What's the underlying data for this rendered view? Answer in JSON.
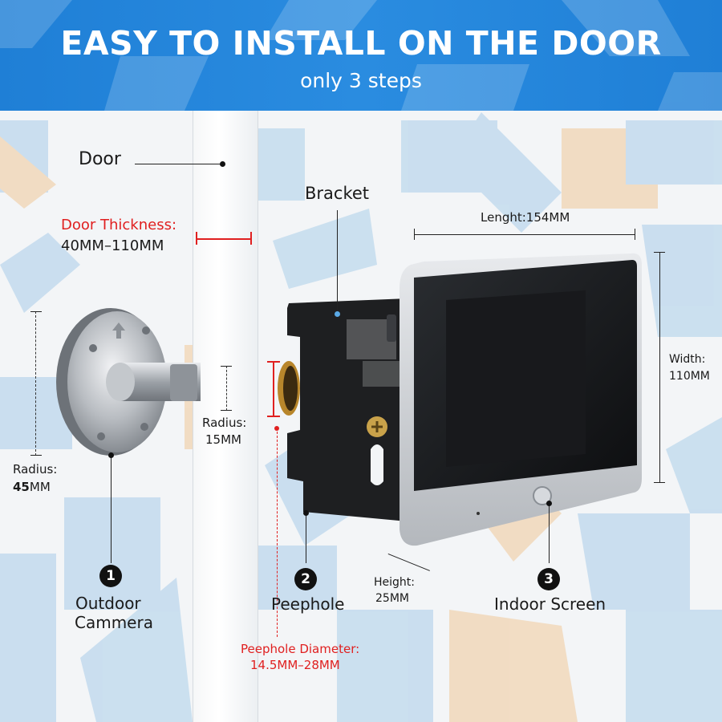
{
  "header": {
    "title": "EASY TO INSTALL ON THE DOOR",
    "subtitle": "only 3 steps"
  },
  "labels": {
    "door": "Door",
    "door_thickness_title": "Door Thickness:",
    "door_thickness_value": "40MM–110MM",
    "bracket": "Bracket",
    "length": "Lenght:154MM",
    "width_title": "Width:",
    "width_value": "110MM",
    "outdoor_radius_title": "Radius:",
    "outdoor_radius_value": "45",
    "outdoor_radius_unit": "MM",
    "lens_radius_title": "Radius:",
    "lens_radius_value": "15MM",
    "height_title": "Height:",
    "height_value": "25MM",
    "peephole_diameter_title": "Peephole Diameter:",
    "peephole_diameter_value": "14.5MM–28MM"
  },
  "steps": [
    {
      "number": "1",
      "line1": "Outdoor",
      "line2": "Cammera"
    },
    {
      "number": "2",
      "line1": "Peephole"
    },
    {
      "number": "3",
      "line1": "Indoor Screen"
    }
  ],
  "colors": {
    "header_blue": "#1f7fd6",
    "accent_red": "#e02020",
    "pattern_blue": "#a9cde9",
    "pattern_orange": "#f0c99a"
  }
}
